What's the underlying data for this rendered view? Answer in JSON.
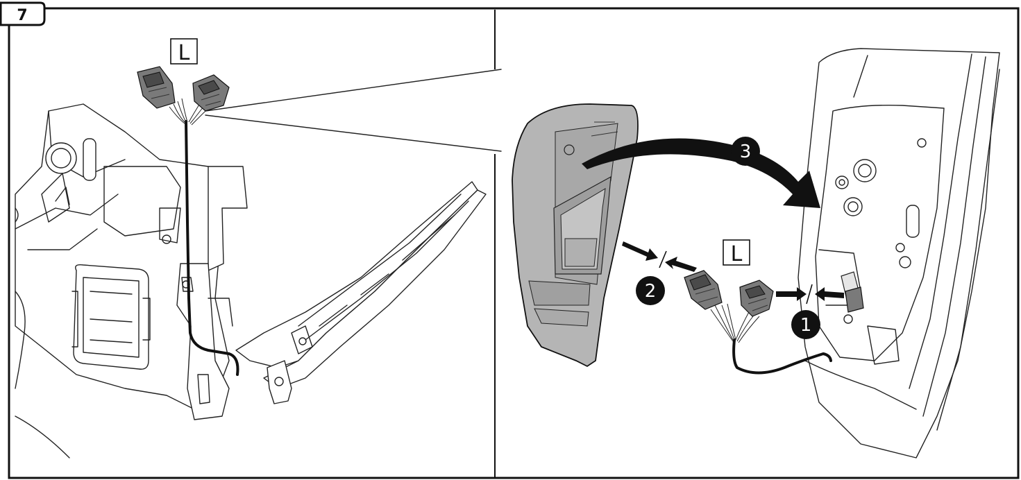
{
  "step": {
    "number": "7"
  },
  "labels": {
    "left_panel": "L",
    "right_panel": "L"
  },
  "callouts": [
    "1",
    "2",
    "3"
  ],
  "colors": {
    "ink": "#111111",
    "lamp_body": "#b5b5b5",
    "connector": "#7a7a7a",
    "background": "#ffffff"
  }
}
